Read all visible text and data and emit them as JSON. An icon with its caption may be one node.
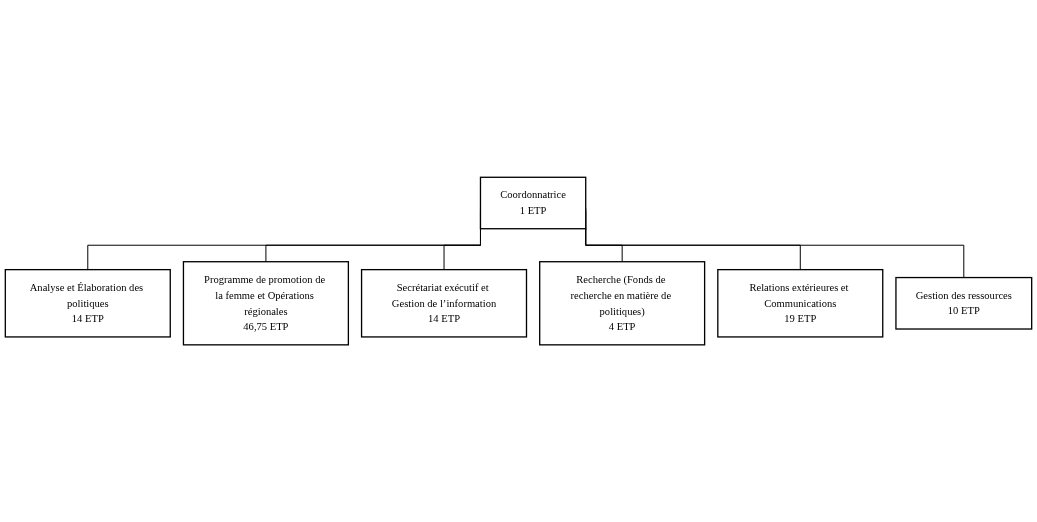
{
  "diagram": {
    "nodes": [
      {
        "text": [
          "Coordonnatrice",
          "1 ETP"
        ]
      },
      {
        "text": [
          "Analyse et Élaboration des politiques",
          "14 ETP"
        ]
      },
      {
        "text": [
          "Programme de promotion de la femme et Opérations régionales",
          "46,75 ETP"
        ]
      },
      {
        "text": [
          "Secrétariat exécutif et Gestion de l’information",
          "14 ETP"
        ]
      },
      {
        "text": [
          "Recherche (Fonds de recherche en matière de politiques)",
          "4 ETP"
        ]
      },
      {
        "text": [
          "Relations extérieures et Communications",
          "19 ETP"
        ]
      },
      {
        "text": [
          "Gestion des ressources",
          "10 ETP"
        ]
      }
    ],
    "edges": [
      {
        "from": 0,
        "to": 1,
        "arrow": "none"
      },
      {
        "from": 0,
        "to": 2,
        "arrow": "none"
      },
      {
        "from": 0,
        "to": 3,
        "arrow": "none"
      },
      {
        "from": 0,
        "to": 4,
        "arrow": "none"
      },
      {
        "from": 0,
        "to": 5,
        "arrow": "none"
      },
      {
        "from": 0,
        "to": 6,
        "arrow": "none"
      }
    ]
  }
}
